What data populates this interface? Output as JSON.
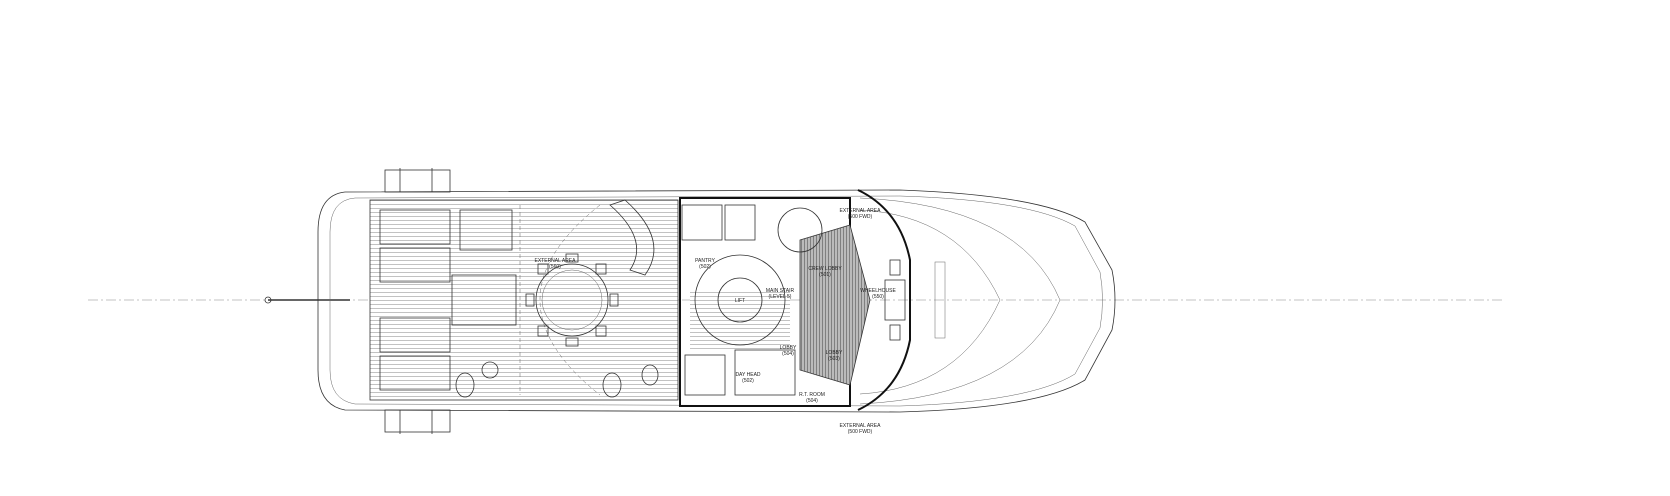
{
  "drawing": {
    "type": "yacht deck general arrangement plan",
    "rooms": [
      {
        "id": "external-aft",
        "label": "EXTERNAL AREA",
        "code": "(560)"
      },
      {
        "id": "pantry",
        "label": "PANTRY",
        "code": "(502)"
      },
      {
        "id": "crew-lobby",
        "label": "CREW LOBBY",
        "code": "(501)"
      },
      {
        "id": "main-stair",
        "label": "MAIN STAIR",
        "code": "(LEVEL 5)"
      },
      {
        "id": "wheelhouse",
        "label": "WHEELHOUSE",
        "code": "(550)"
      },
      {
        "id": "lift",
        "label": "LIFT",
        "code": ""
      },
      {
        "id": "lobby-main",
        "label": "LOBBY",
        "code": "(504)"
      },
      {
        "id": "lobby-fwd",
        "label": "LOBBY",
        "code": "(503)"
      },
      {
        "id": "day-head",
        "label": "DAY HEAD",
        "code": "(502)"
      },
      {
        "id": "rt-room",
        "label": "R.T. ROOM",
        "code": "(504)"
      },
      {
        "id": "external-fwd-stbd",
        "label": "EXTERNAL AREA",
        "code": "(500 FWD)"
      },
      {
        "id": "external-fwd-port",
        "label": "EXTERNAL AREA",
        "code": "(500 FWD)"
      }
    ]
  }
}
